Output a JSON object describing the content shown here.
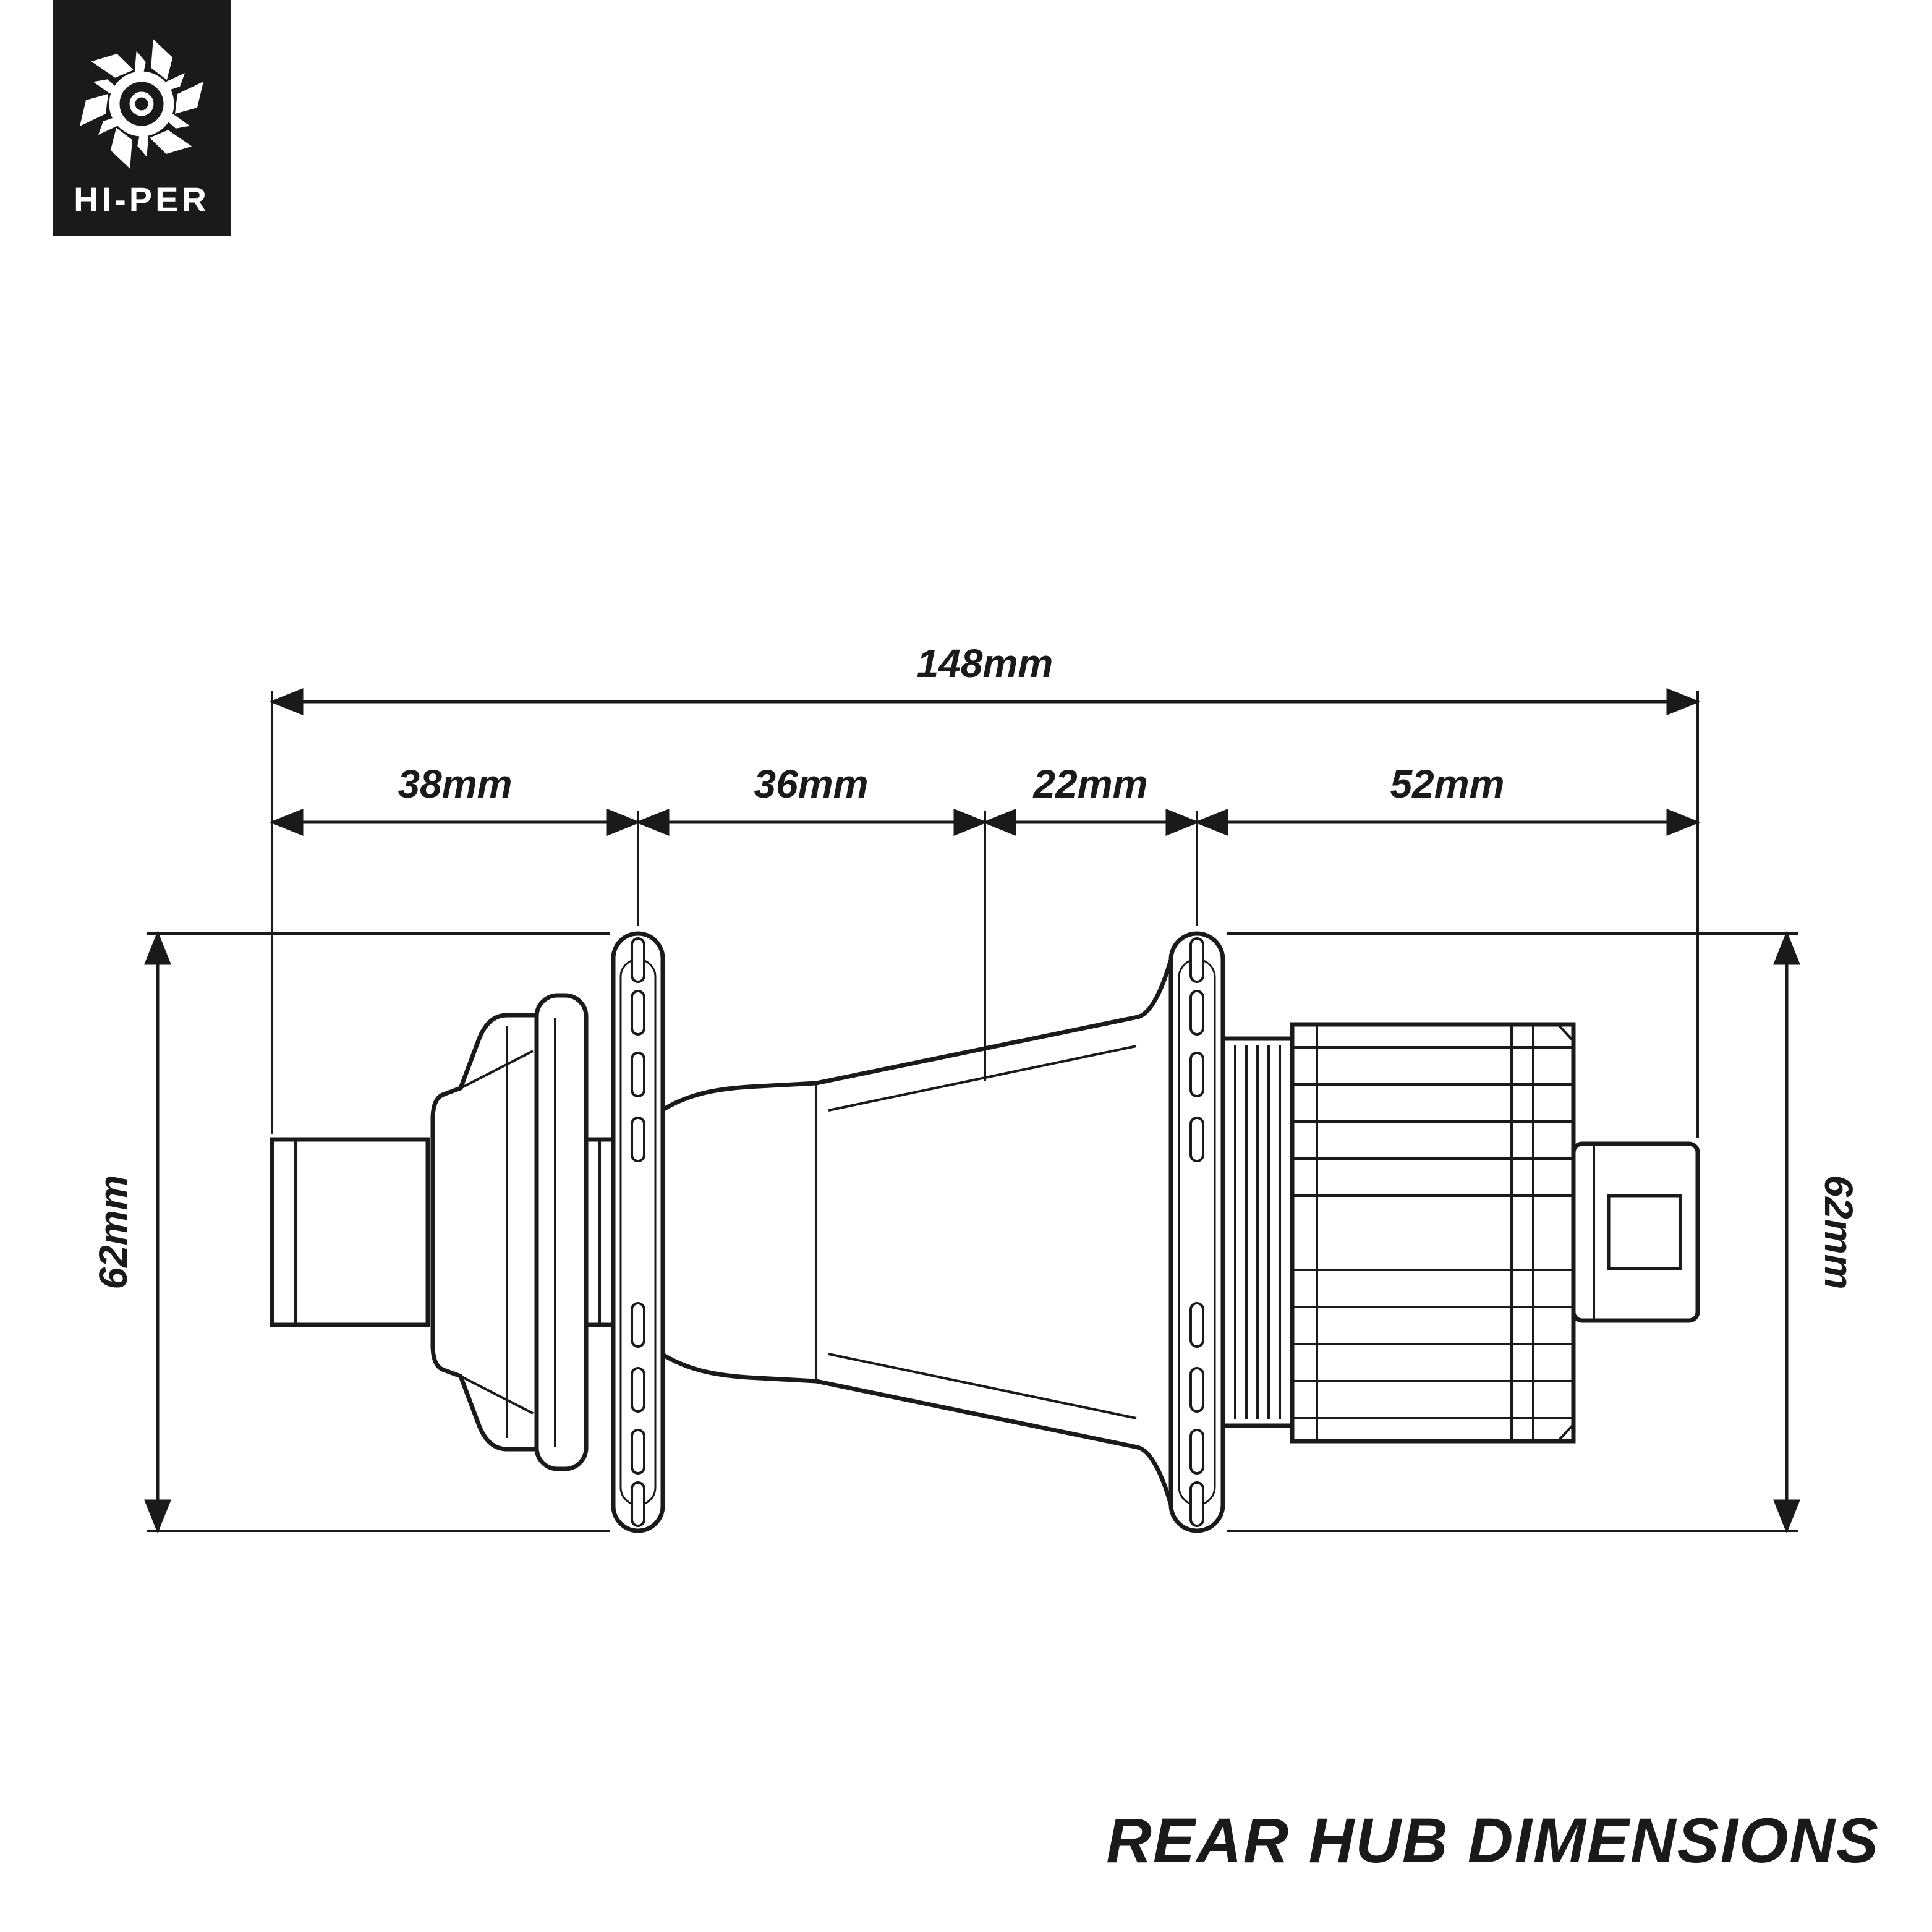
{
  "logo": {
    "brand": "HI-PER",
    "icon": "hub-spokes-icon",
    "background_color": "#1a1a1a",
    "foreground_color": "#ffffff"
  },
  "diagram": {
    "title": "REAR HUB DIMENSIONS",
    "ink_color": "#1a1a1a",
    "dimensions": {
      "overall_width": "148mm",
      "segments": [
        "38mm",
        "36mm",
        "22mm",
        "52mm"
      ],
      "left_flange_diameter": "62mm",
      "right_flange_diameter": "62mm"
    }
  }
}
